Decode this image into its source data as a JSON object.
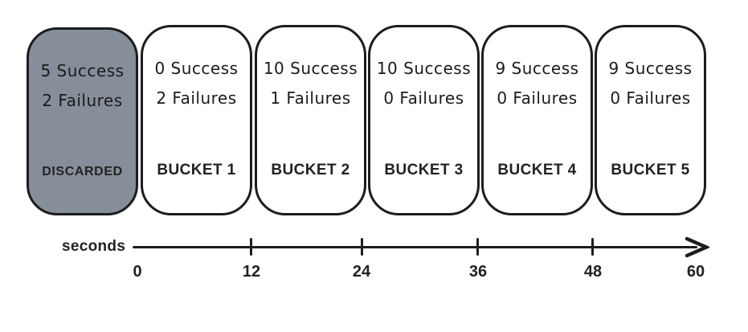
{
  "diagram": {
    "title_hint": "sliding window buckets over time",
    "buckets": [
      {
        "counts": [
          "5 Success",
          "2 Failures"
        ],
        "label": "DISCARDED",
        "discarded": true
      },
      {
        "counts": [
          "0 Success",
          "2 Failures"
        ],
        "label": "BUCKET 1",
        "discarded": false
      },
      {
        "counts": [
          "10 Success",
          "1 Failures"
        ],
        "label": "BUCKET 2",
        "discarded": false
      },
      {
        "counts": [
          "10 Success",
          "0 Failures"
        ],
        "label": "BUCKET 3",
        "discarded": false
      },
      {
        "counts": [
          "9 Success",
          "0 Failures"
        ],
        "label": "BUCKET 4",
        "discarded": false
      },
      {
        "counts": [
          "9 Success",
          "0 Failures"
        ],
        "label": "BUCKET 5",
        "discarded": false
      }
    ],
    "axis": {
      "label": "seconds",
      "tick_labels": [
        "0",
        "12",
        "24",
        "36",
        "48",
        "60"
      ]
    },
    "colors": {
      "discarded_fill": "#868e99",
      "bucket_fill": "#ffffff",
      "stroke": "#1d1d1d",
      "text": "#1b1b1b"
    }
  }
}
